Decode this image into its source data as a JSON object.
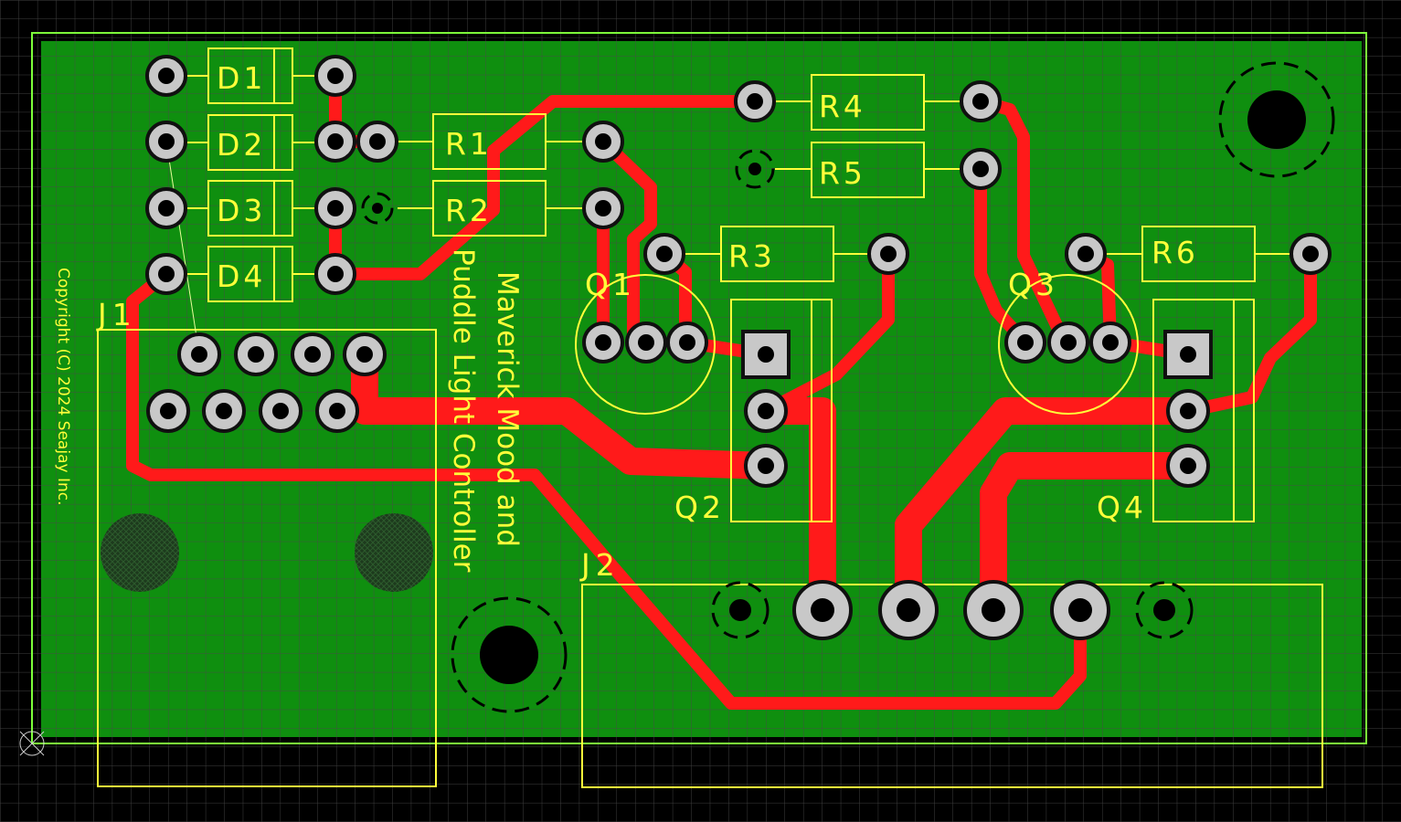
{
  "board": {
    "copyright": "Copyright (C) 2024 Seajay Inc.",
    "title_line1": "Maverick Mood and",
    "title_line2": "Puddle Light Controller"
  },
  "components": {
    "diodes": [
      "D1",
      "D2",
      "D3",
      "D4"
    ],
    "resistors": [
      "R1",
      "R2",
      "R3",
      "R4",
      "R5",
      "R6"
    ],
    "transistors": [
      "Q1",
      "Q2",
      "Q3",
      "Q4"
    ],
    "connectors": [
      "J1",
      "J2"
    ]
  },
  "colors": {
    "background": "#000000",
    "board": "#0f8f0f",
    "copper_trace": "#ff1a1a",
    "silkscreen": "#ffff3a",
    "board_outline": "#7dff3a",
    "pad": "#c8c8c8"
  }
}
